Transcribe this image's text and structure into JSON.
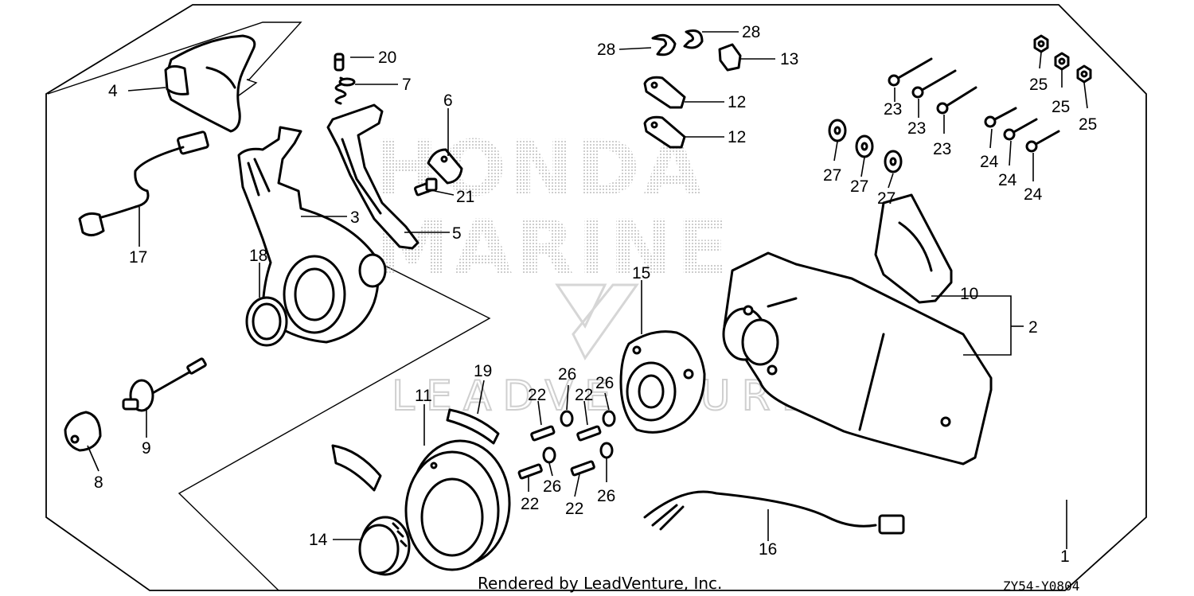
{
  "watermark": {
    "line1": "HONDA",
    "line2": "MARINE",
    "brand": "LEADVENTURE"
  },
  "footer": {
    "credit": "Rendered by LeadVenture, Inc.",
    "diagram_code": "ZY54-Y0804"
  },
  "callouts": {
    "c1": "1",
    "c2": "2",
    "c3": "3",
    "c4": "4",
    "c5": "5",
    "c6": "6",
    "c7": "7",
    "c8": "8",
    "c9": "9",
    "c10": "10",
    "c11": "11",
    "c12a": "12",
    "c12b": "12",
    "c13": "13",
    "c14": "14",
    "c15": "15",
    "c16": "16",
    "c17": "17",
    "c18": "18",
    "c19": "19",
    "c20": "20",
    "c21": "21",
    "c22a": "22",
    "c22b": "22",
    "c22c": "22",
    "c22d": "22",
    "c23a": "23",
    "c23b": "23",
    "c23c": "23",
    "c24a": "24",
    "c24b": "24",
    "c24c": "24",
    "c25a": "25",
    "c25b": "25",
    "c25c": "25",
    "c26a": "26",
    "c26b": "26",
    "c26c": "26",
    "c26d": "26",
    "c27a": "27",
    "c27b": "27",
    "c27c": "27",
    "c28a": "28",
    "c28b": "28"
  }
}
